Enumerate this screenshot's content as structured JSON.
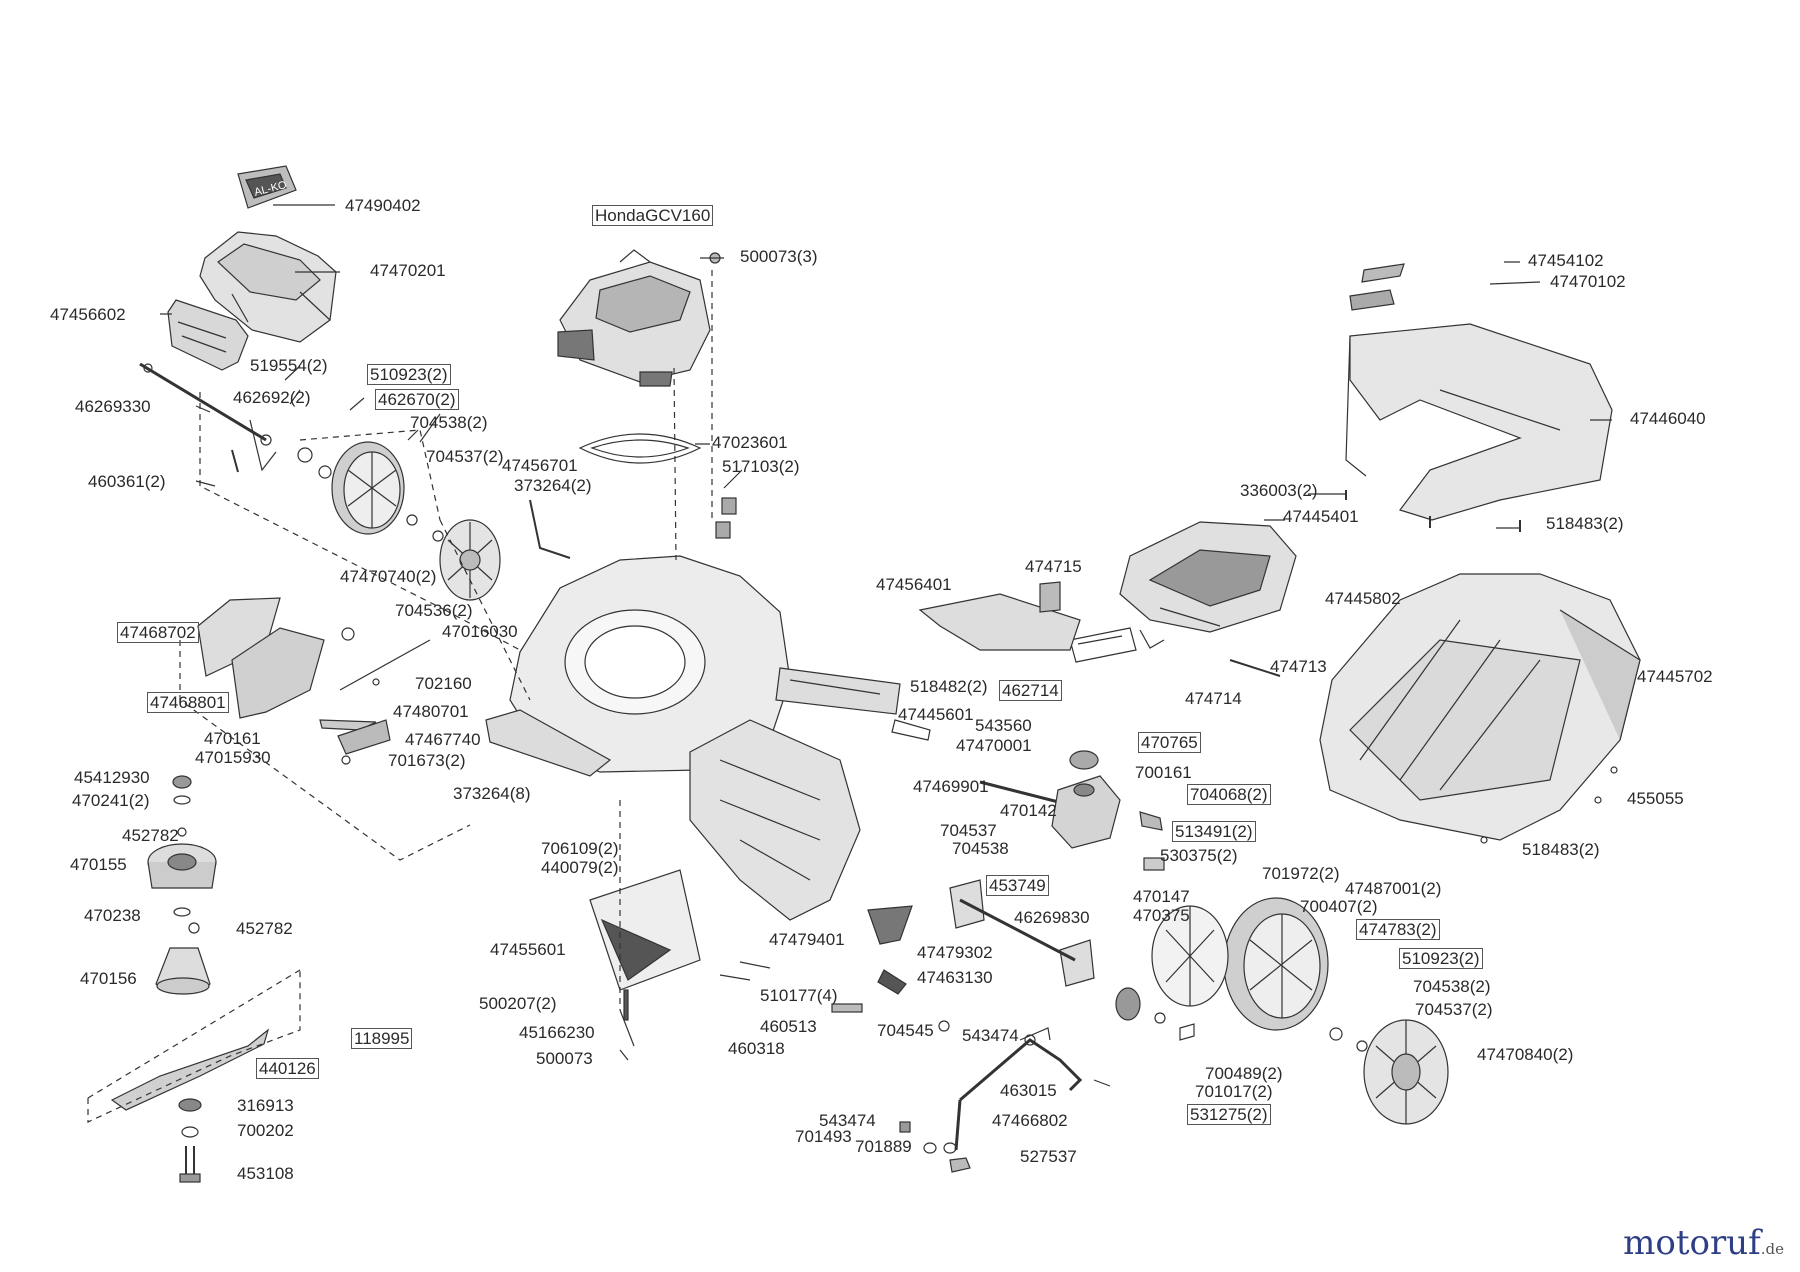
{
  "parts": [
    {
      "id": "p01",
      "text": "47490402",
      "boxed": false
    },
    {
      "id": "p02",
      "text": "47470201",
      "boxed": false
    },
    {
      "id": "p03",
      "text": "47456602",
      "boxed": false
    },
    {
      "id": "p04",
      "text": "519554(2)",
      "boxed": false
    },
    {
      "id": "p05",
      "text": "510923(2)",
      "boxed": true
    },
    {
      "id": "p06",
      "text": "462692(2)",
      "boxed": false
    },
    {
      "id": "p07",
      "text": "462670(2)",
      "boxed": true
    },
    {
      "id": "p08",
      "text": "46269330",
      "boxed": false
    },
    {
      "id": "p09",
      "text": "704538(2)",
      "boxed": false
    },
    {
      "id": "p10",
      "text": "704537(2)",
      "boxed": false
    },
    {
      "id": "p11",
      "text": "460361(2)",
      "boxed": false
    },
    {
      "id": "p12",
      "text": "47470740(2)",
      "boxed": false
    },
    {
      "id": "p13",
      "text": "HondaGCV160",
      "boxed": true
    },
    {
      "id": "p14",
      "text": "500073(3)",
      "boxed": false
    },
    {
      "id": "p15",
      "text": "47023601",
      "boxed": false
    },
    {
      "id": "p16",
      "text": "47456701",
      "boxed": false
    },
    {
      "id": "p17",
      "text": "373264(2)",
      "boxed": false
    },
    {
      "id": "p18",
      "text": "517103(2)",
      "boxed": false
    },
    {
      "id": "p19",
      "text": "47454102",
      "boxed": false
    },
    {
      "id": "p20",
      "text": "47470102",
      "boxed": false
    },
    {
      "id": "p21",
      "text": "47446040",
      "boxed": false
    },
    {
      "id": "p22",
      "text": "336003(2)",
      "boxed": false
    },
    {
      "id": "p23",
      "text": "47445401",
      "boxed": false
    },
    {
      "id": "p24",
      "text": "518483(2)",
      "boxed": false
    },
    {
      "id": "p25",
      "text": "474715",
      "boxed": false
    },
    {
      "id": "p26",
      "text": "47456401",
      "boxed": false
    },
    {
      "id": "p27",
      "text": "47445802",
      "boxed": false
    },
    {
      "id": "p28",
      "text": "47468702",
      "boxed": true
    },
    {
      "id": "p29",
      "text": "704536(2)",
      "boxed": false
    },
    {
      "id": "p30",
      "text": "47016030",
      "boxed": false
    },
    {
      "id": "p31",
      "text": "702160",
      "boxed": false
    },
    {
      "id": "p32",
      "text": "47468801",
      "boxed": true
    },
    {
      "id": "p33",
      "text": "47480701",
      "boxed": false
    },
    {
      "id": "p34",
      "text": "470161",
      "boxed": false
    },
    {
      "id": "p35",
      "text": "47467740",
      "boxed": false
    },
    {
      "id": "p36",
      "text": "47015930",
      "boxed": false
    },
    {
      "id": "p37",
      "text": "701673(2)",
      "boxed": false
    },
    {
      "id": "p38",
      "text": "518482(2)",
      "boxed": false
    },
    {
      "id": "p39",
      "text": "462714",
      "boxed": true
    },
    {
      "id": "p40",
      "text": "474714",
      "boxed": false
    },
    {
      "id": "p41",
      "text": "474713",
      "boxed": false
    },
    {
      "id": "p42",
      "text": "47445702",
      "boxed": false
    },
    {
      "id": "p43",
      "text": "47445601",
      "boxed": false
    },
    {
      "id": "p44",
      "text": "543560",
      "boxed": false
    },
    {
      "id": "p45",
      "text": "470765",
      "boxed": true
    },
    {
      "id": "p46",
      "text": "47470001",
      "boxed": false
    },
    {
      "id": "p47",
      "text": "700161",
      "boxed": false
    },
    {
      "id": "p48",
      "text": "45412930",
      "boxed": false
    },
    {
      "id": "p49",
      "text": "470241(2)",
      "boxed": false
    },
    {
      "id": "p50",
      "text": "373264(8)",
      "boxed": false
    },
    {
      "id": "p51",
      "text": "47469901",
      "boxed": false
    },
    {
      "id": "p52",
      "text": "704068(2)",
      "boxed": true
    },
    {
      "id": "p53",
      "text": "455055",
      "boxed": false
    },
    {
      "id": "p54",
      "text": "470142",
      "boxed": false
    },
    {
      "id": "p55",
      "text": "452782",
      "boxed": false
    },
    {
      "id": "p56",
      "text": "513491(2)",
      "boxed": true
    },
    {
      "id": "p57",
      "text": "704537",
      "boxed": false
    },
    {
      "id": "p58",
      "text": "706109(2)",
      "boxed": false
    },
    {
      "id": "p59",
      "text": "518483(2)",
      "boxed": false
    },
    {
      "id": "p60",
      "text": "470155",
      "boxed": false
    },
    {
      "id": "p61",
      "text": "704538",
      "boxed": false
    },
    {
      "id": "p62",
      "text": "440079(2)",
      "boxed": false
    },
    {
      "id": "p63",
      "text": "530375(2)",
      "boxed": false
    },
    {
      "id": "p64",
      "text": "453749",
      "boxed": true
    },
    {
      "id": "p65",
      "text": "701972(2)",
      "boxed": false
    },
    {
      "id": "p66",
      "text": "470147",
      "boxed": false
    },
    {
      "id": "p67",
      "text": "47487001(2)",
      "boxed": false
    },
    {
      "id": "p68",
      "text": "470238",
      "boxed": false
    },
    {
      "id": "p69",
      "text": "452782",
      "boxed": false
    },
    {
      "id": "p70",
      "text": "46269830",
      "boxed": false
    },
    {
      "id": "p71",
      "text": "470375",
      "boxed": false
    },
    {
      "id": "p72",
      "text": "700407(2)",
      "boxed": false
    },
    {
      "id": "p73",
      "text": "474783(2)",
      "boxed": true
    },
    {
      "id": "p74",
      "text": "47479401",
      "boxed": false
    },
    {
      "id": "p75",
      "text": "47479302",
      "boxed": false
    },
    {
      "id": "p76",
      "text": "47455601",
      "boxed": false
    },
    {
      "id": "p77",
      "text": "510923(2)",
      "boxed": true
    },
    {
      "id": "p78",
      "text": "470156",
      "boxed": false
    },
    {
      "id": "p79",
      "text": "47463130",
      "boxed": false
    },
    {
      "id": "p80",
      "text": "704538(2)",
      "boxed": false
    },
    {
      "id": "p81",
      "text": "500207(2)",
      "boxed": false
    },
    {
      "id": "p82",
      "text": "510177(4)",
      "boxed": false
    },
    {
      "id": "p83",
      "text": "704537(2)",
      "boxed": false
    },
    {
      "id": "p84",
      "text": "45166230",
      "boxed": false
    },
    {
      "id": "p85",
      "text": "460513",
      "boxed": false
    },
    {
      "id": "p86",
      "text": "704545",
      "boxed": false
    },
    {
      "id": "p87",
      "text": "543474",
      "boxed": false
    },
    {
      "id": "p88",
      "text": "118995",
      "boxed": true
    },
    {
      "id": "p89",
      "text": "47470840(2)",
      "boxed": false
    },
    {
      "id": "p90",
      "text": "500073",
      "boxed": false
    },
    {
      "id": "p91",
      "text": "460318",
      "boxed": false
    },
    {
      "id": "p92",
      "text": "700489(2)",
      "boxed": false
    },
    {
      "id": "p93",
      "text": "440126",
      "boxed": true
    },
    {
      "id": "p94",
      "text": "701017(2)",
      "boxed": false
    },
    {
      "id": "p95",
      "text": "463015",
      "boxed": false
    },
    {
      "id": "p96",
      "text": "316913",
      "boxed": false
    },
    {
      "id": "p97",
      "text": "531275(2)",
      "boxed": true
    },
    {
      "id": "p98",
      "text": "543474",
      "boxed": false
    },
    {
      "id": "p99",
      "text": "47466802",
      "boxed": false
    },
    {
      "id": "p100",
      "text": "700202",
      "boxed": false
    },
    {
      "id": "p101",
      "text": "701493",
      "boxed": false
    },
    {
      "id": "p102",
      "text": "701889",
      "boxed": false
    },
    {
      "id": "p103",
      "text": "527537",
      "boxed": false
    },
    {
      "id": "p104",
      "text": "453108",
      "boxed": false
    }
  ],
  "logo_text": "AL-KO",
  "watermark": {
    "main": "motoruf",
    "suffix": ".de"
  },
  "colors": {
    "line": "#333333",
    "part_fill": "#e6e6e6",
    "part_dark": "#555555",
    "watermark": "#2f3f85",
    "watermark_accent": "#d5842a"
  }
}
